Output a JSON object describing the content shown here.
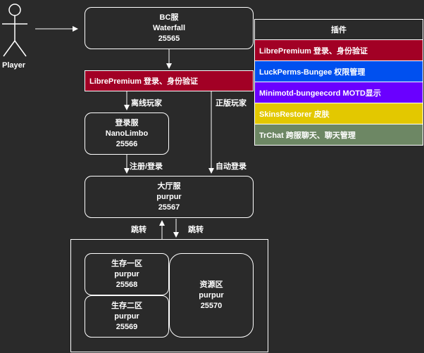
{
  "player": {
    "label": "Player"
  },
  "bc": {
    "line1": "BC服",
    "line2": "Waterfall",
    "line3": "25565"
  },
  "auth_bar": {
    "label": "LibrePremium 登录、身份验证",
    "color": "#a20025"
  },
  "edges": {
    "offline": "离线玩家",
    "online": "正版玩家",
    "register": "注册/登录",
    "auto_login": "自动登录",
    "jump_down": "跳转",
    "jump_up": "跳转"
  },
  "login": {
    "line1": "登录服",
    "line2": "NanoLimbo",
    "line3": "25566"
  },
  "lobby": {
    "line1": "大厅服",
    "line2": "purpur",
    "line3": "25567"
  },
  "survival1": {
    "line1": "生存一区",
    "line2": "purpur",
    "line3": "25568"
  },
  "survival2": {
    "line1": "生存二区",
    "line2": "purpur",
    "line3": "25569"
  },
  "resource": {
    "line1": "资源区",
    "line2": "purpur",
    "line3": "25570"
  },
  "plugins": {
    "title": "插件",
    "items": [
      {
        "label": "LibrePremium 登录、身份验证",
        "color": "#a20025"
      },
      {
        "label": "LuckPerms-Bungee 权限管理",
        "color": "#0050ef"
      },
      {
        "label": "Minimotd-bungeecord MOTD显示",
        "color": "#6a00ff"
      },
      {
        "label": "SkinsRestorer 皮肤",
        "color": "#e3c800"
      },
      {
        "label": "TrChat 跨服聊天、聊天管理",
        "color": "#6d8764"
      }
    ]
  }
}
